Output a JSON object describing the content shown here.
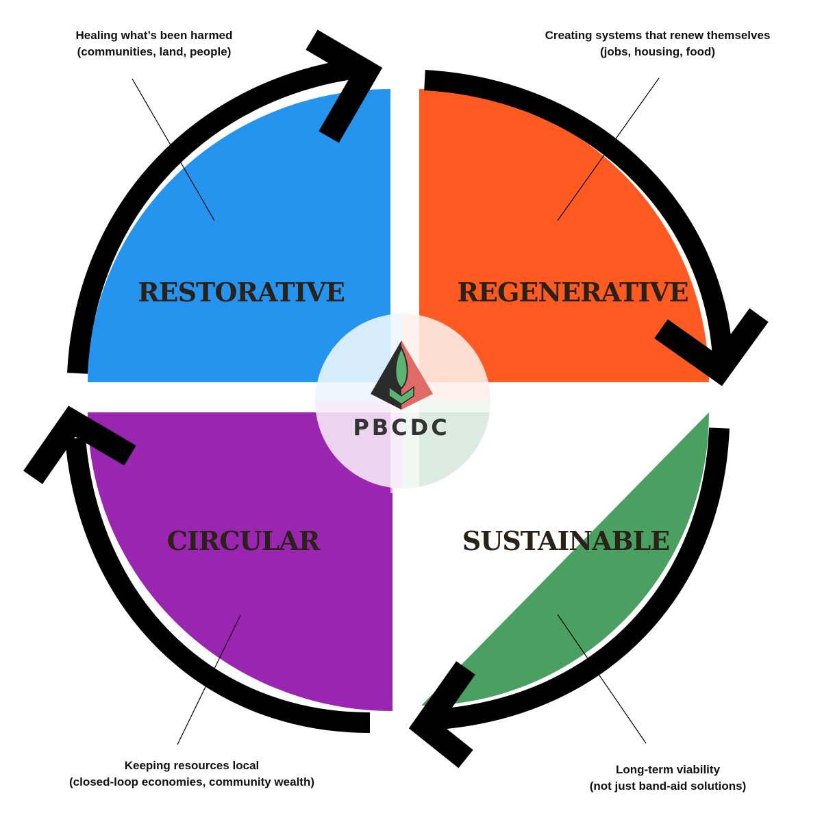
{
  "diagram": {
    "center_logo": {
      "text": "PBCDC"
    },
    "quadrants": [
      {
        "id": "top-left",
        "label": "RESTORATIVE",
        "color": "#2494ee",
        "note_line1": "Healing what’s been harmed",
        "note_line2": "(communities, land, people)"
      },
      {
        "id": "top-right",
        "label": "REGENERATIVE",
        "color": "#ff5a22",
        "note_line1": "Creating systems that renew themselves",
        "note_line2": "(jobs, housing, food)"
      },
      {
        "id": "bottom-right",
        "label": "SUSTAINABLE",
        "color": "#4aa060",
        "note_line1": "Long-term viability",
        "note_line2": "(not just band-aid solutions)"
      },
      {
        "id": "bottom-left",
        "label": "CIRCULAR",
        "color": "#9925b0",
        "note_line1": "Keeping resources local",
        "note_line2": "(closed-loop economies, community wealth)"
      }
    ],
    "arrow_color": "#000000",
    "flow_direction": "clockwise"
  }
}
